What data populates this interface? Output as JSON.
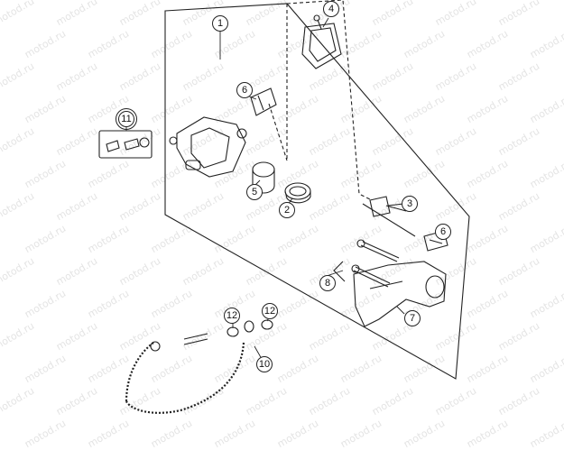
{
  "watermark": "motod.ru",
  "callouts": [
    {
      "id": "1",
      "label": "1"
    },
    {
      "id": "2",
      "label": "2"
    },
    {
      "id": "3",
      "label": "3"
    },
    {
      "id": "4",
      "label": "4"
    },
    {
      "id": "5",
      "label": "5"
    },
    {
      "id": "6a",
      "label": "6"
    },
    {
      "id": "6b",
      "label": "6"
    },
    {
      "id": "7",
      "label": "7"
    },
    {
      "id": "8",
      "label": "8"
    },
    {
      "id": "10",
      "label": "10"
    },
    {
      "id": "11",
      "label": "11"
    },
    {
      "id": "12a",
      "label": "12"
    },
    {
      "id": "12b",
      "label": "12"
    }
  ],
  "colors": {
    "line": "#222222",
    "watermark": "#e4e4e4"
  }
}
